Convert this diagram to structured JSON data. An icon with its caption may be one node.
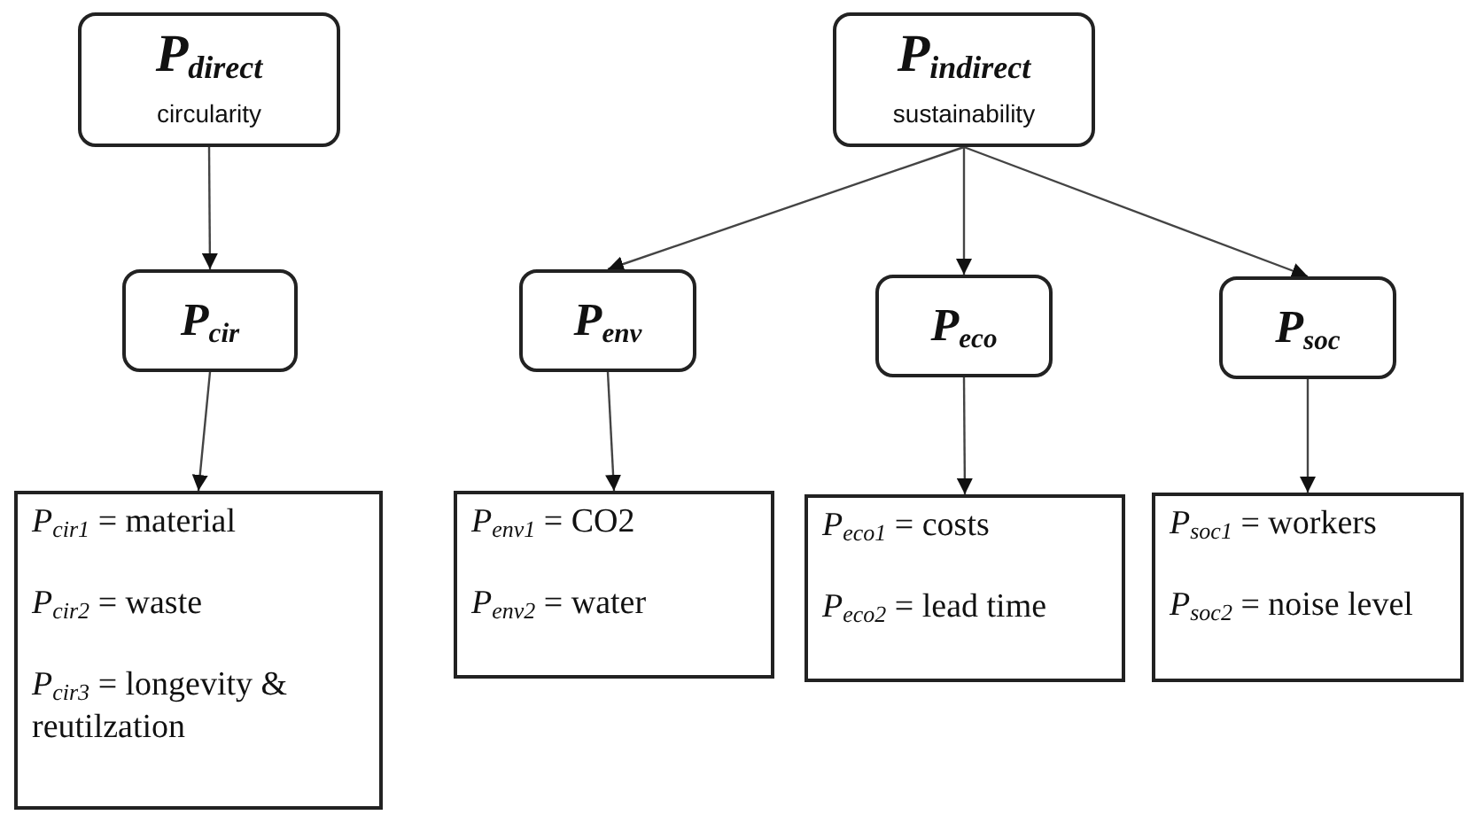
{
  "diagram": {
    "nodes": [
      {
        "text": [
          "P$_{direct}$",
          "circularity"
        ]
      },
      {
        "text": [
          "P$_{indirect}$",
          "sustainability"
        ]
      },
      {
        "text": [
          "P$_{cir}$"
        ]
      },
      {
        "text": [
          "P$_{env}$"
        ]
      },
      {
        "text": [
          "P$_{eco}$"
        ]
      },
      {
        "text": [
          "P$_{soc}$"
        ]
      },
      {
        "text": [
          "*P*$_{cir1}$ = material",
          "*P*$_{cir2}$ = waste",
          "*P*$_{cir3}$ = longevity & reutilzation"
        ]
      },
      {
        "text": [
          "*P*$_{env1}$ = CO2",
          "*P*$_{env2}$ = water"
        ]
      },
      {
        "text": [
          "*P*$_{eco1}$ = costs",
          "*P*$_{eco2}$ = lead time"
        ]
      },
      {
        "text": [
          "*P*$_{soc1}$ = workers",
          "*P*$_{soc2}$ = noise level"
        ]
      }
    ],
    "edges": [
      {
        "from": 0,
        "to": 2,
        "arrow": "to"
      },
      {
        "from": 1,
        "to": 3,
        "arrow": "to"
      },
      {
        "from": 1,
        "to": 4,
        "arrow": "to"
      },
      {
        "from": 1,
        "to": 5,
        "arrow": "to"
      },
      {
        "from": 2,
        "to": 6,
        "arrow": "to"
      },
      {
        "from": 3,
        "to": 7,
        "arrow": "to"
      },
      {
        "from": 4,
        "to": 8,
        "arrow": "to"
      },
      {
        "from": 5,
        "to": 9,
        "arrow": "to"
      }
    ]
  }
}
